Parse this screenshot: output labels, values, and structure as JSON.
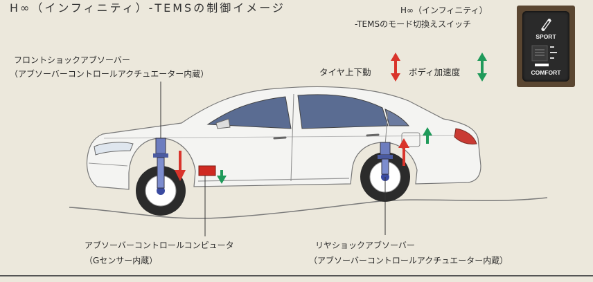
{
  "title": "H∞（インフィニティ）-TEMSの制御イメージ",
  "switch_caption": {
    "line1": "H∞（インフィニティ）",
    "line2": "-TEMSのモード切換えスイッチ"
  },
  "switch": {
    "top_label": "SPORT",
    "bottom_label": "COMFORT",
    "icon": "car-icon"
  },
  "labels": {
    "front_shock": {
      "line1": "フロントショックアブソーバー",
      "line2": "（アブソーバーコントロールアクチュエーター内蔵）"
    },
    "computer": {
      "line1": "アブソーバーコントロールコンピュータ",
      "line2": "（Gセンサー内蔵）"
    },
    "rear_shock": {
      "line1": "リヤショックアブソーバー",
      "line2": "（アブソーバーコントロールアクチュエーター内蔵）"
    }
  },
  "legend": {
    "tire": {
      "label": "タイヤ上下動",
      "color": "#d9342b",
      "icon": "double-arrow-icon"
    },
    "body": {
      "label": "ボディ加速度",
      "color": "#1f9a5a",
      "icon": "double-arrow-icon"
    }
  },
  "colors": {
    "background": "#ece8dc",
    "car_body": "#f4f4f2",
    "window": "#5a6c92",
    "tire": "#2b2b2b",
    "wheel": "#ffffff",
    "shock": "#6d7dbf",
    "road": "#7a7a7a",
    "computer": "#cf2a22"
  }
}
